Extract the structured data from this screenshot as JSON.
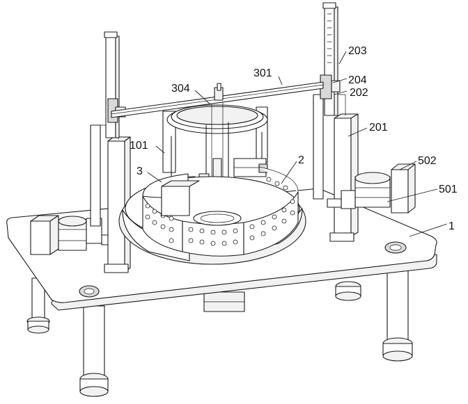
{
  "labels": {
    "l1": "1",
    "l2": "2",
    "l3": "3",
    "l101": "101",
    "l201": "201",
    "l202": "202",
    "l203": "203",
    "l204": "204",
    "l301": "301",
    "l304": "304",
    "l501": "501",
    "l502": "502"
  }
}
